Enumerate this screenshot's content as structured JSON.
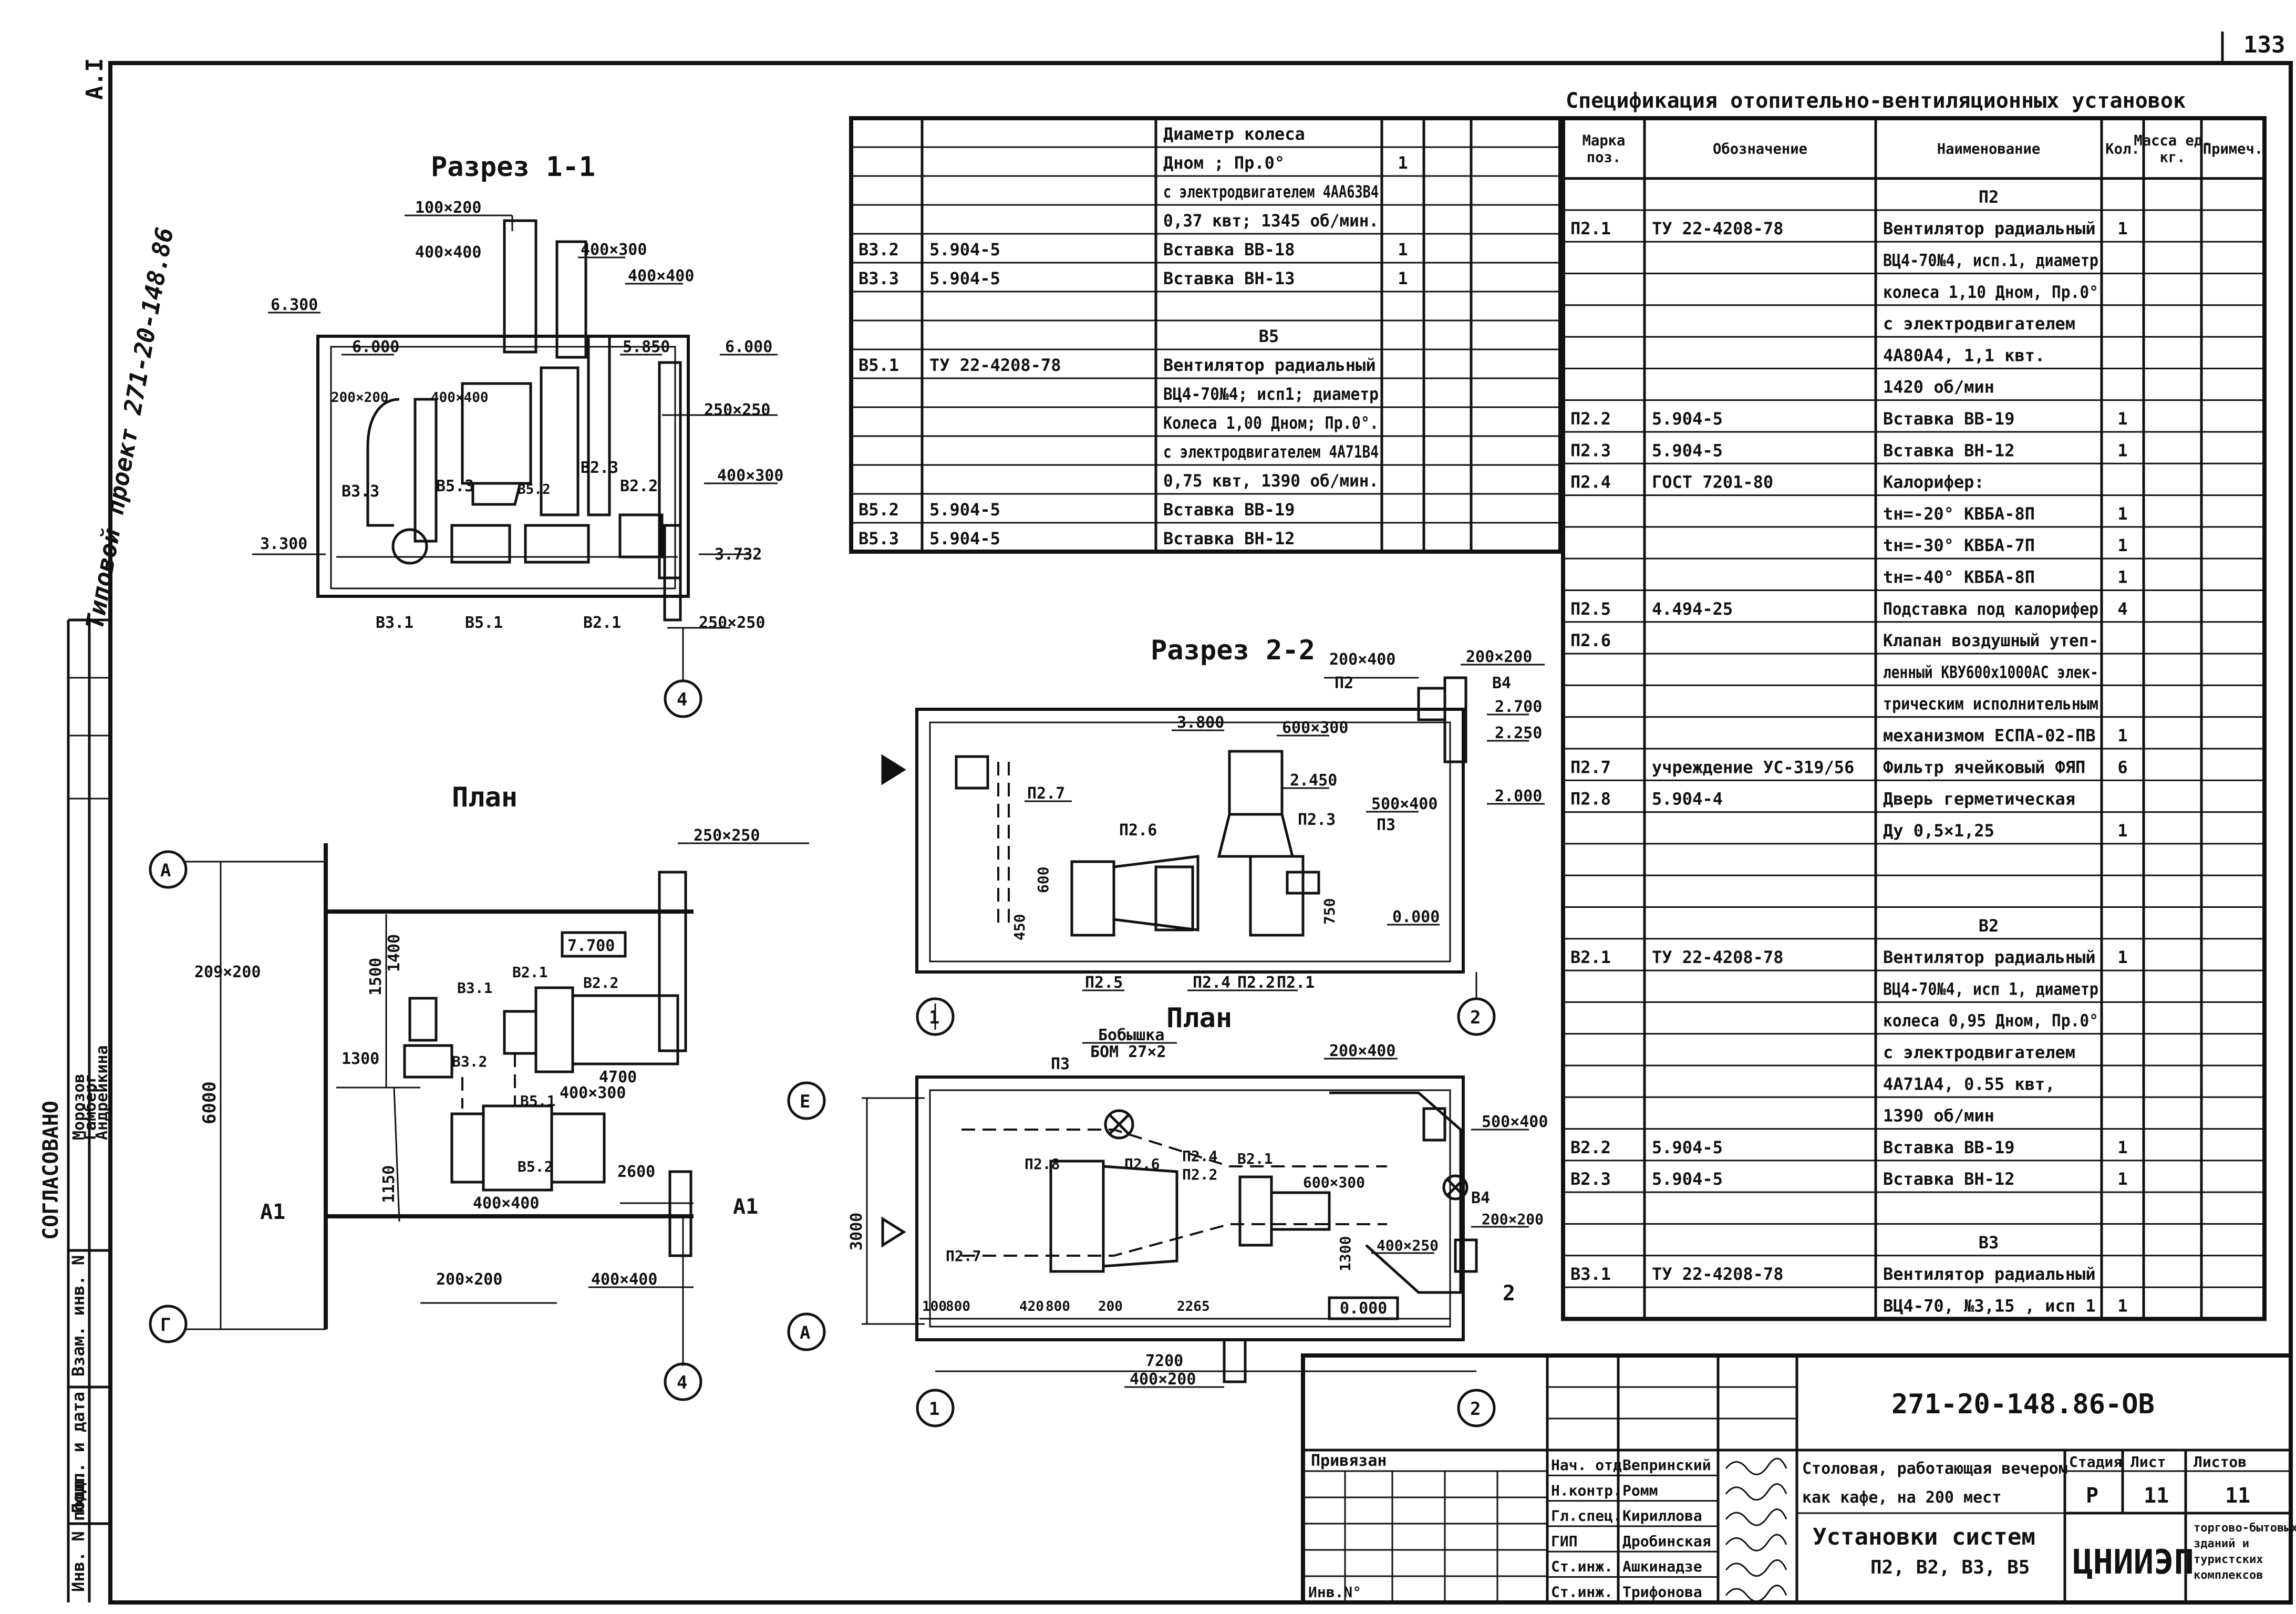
{
  "corner_number": "133",
  "project_stamp": "Типовой проект 271-20-148.86",
  "left_title_code": "А.I",
  "agreed": {
    "title": "СОГЛАСОВАНО",
    "rows": [
      [
        "",
        "Морозов",
        ""
      ],
      [
        "",
        "Гамберг",
        ""
      ],
      [
        "",
        "Андрейкина",
        ""
      ]
    ],
    "inv": [
      "Инв. N подл.",
      "Подп. и дата",
      "Взам. инв. N"
    ]
  },
  "section11": {
    "title": "Разрез 1-1",
    "labels": [
      "100×200",
      "400×400",
      "400×300",
      "400×400",
      "6.300",
      "6.000",
      "5.850",
      "6.000",
      "200×200",
      "400×400",
      "250×250",
      "400×300",
      "В3.3",
      "В5.3",
      "В5.2",
      "В2.3",
      "В2.2",
      "3.300",
      "3.732",
      "В3.1",
      "В5.1",
      "В2.1",
      "250×250",
      "4"
    ]
  },
  "plan1": {
    "title": "План",
    "labels": [
      "250×250",
      "А",
      "Г",
      "1500",
      "1400",
      "7.700",
      "6000",
      "209×200",
      "В3.1",
      "В2.1",
      "В2.2",
      "1300",
      "В3.2",
      "4700",
      "400×300",
      "В5.1",
      "1150",
      "В5.2",
      "2600",
      "400×400",
      "200×200",
      "400×400",
      "А1",
      "А1",
      "4"
    ]
  },
  "section22": {
    "title": "Разрез 2-2",
    "labels": [
      "200×400",
      "П2",
      "200×200",
      "В4",
      "2.700",
      "2.250",
      "3.800",
      "600×300",
      "2.000",
      "2.450",
      "500×400",
      "П3",
      "П2.7",
      "П2.6",
      "П2.3",
      "450",
      "600",
      "750",
      "0.000",
      "П2.5",
      "П2.4",
      "П2.2",
      "П2.1",
      "1",
      "2"
    ]
  },
  "plan2": {
    "title": "План",
    "labels": [
      "Бобышка",
      "БОМ 27×2",
      "П3",
      "200×400",
      "500×400",
      "Е",
      "П2.8",
      "П2.6",
      "П2.4",
      "П2.2",
      "В2.1",
      "600×300",
      "В4",
      "200×200",
      "3000",
      "П2.7",
      "1300",
      "400×250",
      "0.000",
      "100",
      "800",
      "420",
      "800",
      "200",
      "2265",
      "7200",
      "400×200",
      "А",
      "1",
      "2",
      "2"
    ]
  },
  "upper_table": {
    "rows": [
      [
        "",
        "",
        "Диаметр колеса",
        "",
        "",
        ""
      ],
      [
        "",
        "",
        "Дном ; Пр.0°",
        "1",
        "",
        ""
      ],
      [
        "",
        "",
        "с электродвигателем 4АА63В4",
        "",
        "",
        ""
      ],
      [
        "",
        "",
        "0,37 квт; 1345 об/мин.",
        "",
        "",
        ""
      ],
      [
        "В3.2",
        "5.904-5",
        "Вставка ВВ-18",
        "1",
        "",
        ""
      ],
      [
        "В3.3",
        "5.904-5",
        "Вставка ВН-13",
        "1",
        "",
        ""
      ],
      [
        "",
        "",
        "",
        "",
        "",
        ""
      ],
      [
        "",
        "",
        "В5",
        "",
        "",
        ""
      ],
      [
        "В5.1",
        "ТУ 22-4208-78",
        "Вентилятор радиальный",
        "",
        "",
        ""
      ],
      [
        "",
        "",
        "ВЦ4-70№4; исп1; диаметр",
        "",
        "",
        ""
      ],
      [
        "",
        "",
        "Колеса 1,00 Дном; Пр.0°.",
        "",
        "",
        ""
      ],
      [
        "",
        "",
        "с электродвигателем 4А71В4",
        "",
        "",
        ""
      ],
      [
        "",
        "",
        "0,75 квт, 1390 об/мин.",
        "",
        "",
        ""
      ],
      [
        "В5.2",
        "5.904-5",
        "Вставка ВВ-19",
        "",
        "",
        ""
      ],
      [
        "В5.3",
        "5.904-5",
        "Вставка ВН-12",
        "",
        "",
        ""
      ]
    ]
  },
  "spec": {
    "title": "Спецификация отопительно-вентиляционных установок",
    "headers": [
      "Марка поз.",
      "Обозначение",
      "Наименование",
      "Кол.",
      "Масса ед. кг.",
      "Примеч."
    ],
    "rows": [
      [
        "",
        "",
        "П2",
        "",
        "",
        ""
      ],
      [
        "П2.1",
        "ТУ 22-4208-78",
        "Вентилятор радиальный",
        "1",
        "",
        ""
      ],
      [
        "",
        "",
        "ВЦ4-70№4, исп.1, диаметр",
        "",
        "",
        ""
      ],
      [
        "",
        "",
        "колеса 1,10 Дном, Пр.0°",
        "",
        "",
        ""
      ],
      [
        "",
        "",
        "с электродвигателем",
        "",
        "",
        ""
      ],
      [
        "",
        "",
        "4А80А4, 1,1 квт.",
        "",
        "",
        ""
      ],
      [
        "",
        "",
        "1420 об/мин",
        "",
        "",
        ""
      ],
      [
        "П2.2",
        "5.904-5",
        "Вставка ВВ-19",
        "1",
        "",
        ""
      ],
      [
        "П2.3",
        "5.904-5",
        "Вставка ВН-12",
        "1",
        "",
        ""
      ],
      [
        "П2.4",
        "ГОСТ 7201-80",
        "Калорифер:",
        "",
        "",
        ""
      ],
      [
        "",
        "",
        "tн=-20° КВБА-8П",
        "1",
        "",
        ""
      ],
      [
        "",
        "",
        "tн=-30° КВБА-7П",
        "1",
        "",
        ""
      ],
      [
        "",
        "",
        "tн=-40° КВБА-8П",
        "1",
        "",
        ""
      ],
      [
        "П2.5",
        "4.494-25",
        "Подставка под калорифер",
        "4",
        "",
        ""
      ],
      [
        "П2.6",
        "",
        "Клапан воздушный утеп-",
        "",
        "",
        ""
      ],
      [
        "",
        "",
        "ленный КВУ600х1000АС элек-",
        "",
        "",
        ""
      ],
      [
        "",
        "",
        "трическим исполнительным",
        "",
        "",
        ""
      ],
      [
        "",
        "",
        "механизмом ЕСПА-02-ПВ",
        "1",
        "",
        ""
      ],
      [
        "П2.7",
        "учреждение УС-319/56",
        "Фильтр ячейковый ФЯП",
        "6",
        "",
        ""
      ],
      [
        "П2.8",
        "5.904-4",
        "Дверь герметическая",
        "",
        "",
        ""
      ],
      [
        "",
        "",
        "Ду 0,5×1,25",
        "1",
        "",
        ""
      ],
      [
        "",
        "",
        "",
        "",
        "",
        ""
      ],
      [
        "",
        "",
        "",
        "",
        "",
        ""
      ],
      [
        "",
        "",
        "В2",
        "",
        "",
        ""
      ],
      [
        "В2.1",
        "ТУ 22-4208-78",
        "Вентилятор радиальный",
        "1",
        "",
        ""
      ],
      [
        "",
        "",
        "ВЦ4-70№4, исп 1, диаметр",
        "",
        "",
        ""
      ],
      [
        "",
        "",
        "колеса 0,95 Дном, Пр.0°",
        "",
        "",
        ""
      ],
      [
        "",
        "",
        "с электродвигателем",
        "",
        "",
        ""
      ],
      [
        "",
        "",
        "4А71А4, 0.55 квт,",
        "",
        "",
        ""
      ],
      [
        "",
        "",
        "1390 об/мин",
        "",
        "",
        ""
      ],
      [
        "В2.2",
        "5.904-5",
        "Вставка ВВ-19",
        "1",
        "",
        ""
      ],
      [
        "В2.3",
        "5.904-5",
        "Вставка ВН-12",
        "1",
        "",
        ""
      ],
      [
        "",
        "",
        "",
        "",
        "",
        ""
      ],
      [
        "",
        "",
        "В3",
        "",
        "",
        ""
      ],
      [
        "В3.1",
        "ТУ 22-4208-78",
        "Вентилятор радиальный",
        "",
        "",
        ""
      ],
      [
        "",
        "",
        "ВЦ4-70, №3,15 , исп 1",
        "1",
        "",
        ""
      ]
    ]
  },
  "title_block": {
    "code": "271-20-148.86-ОВ",
    "binding": "Привязан",
    "inv_label": "Инв.N°",
    "staff": [
      [
        "Нач. отд.",
        "Вепринский"
      ],
      [
        "Н.контр.",
        "Ромм"
      ],
      [
        "Гл.спец.",
        "Кириллова"
      ],
      [
        "ГИП",
        "Дробинская"
      ],
      [
        "Ст.инж.",
        "Ашкинадзе"
      ],
      [
        "Ст.инж.",
        "Трифонова"
      ]
    ],
    "object": "Столовая, работающая вечером как кафе, на 200 мест",
    "stage_label": "Стадия",
    "sheet_label": "Лист",
    "sheets_label": "Листов",
    "stage": "Р",
    "sheet": "11",
    "sheets": "11",
    "drawing_title": "Установки систем",
    "drawing_subtitle": "П2, В2, В3, В5",
    "org": "ЦНИИЭП",
    "org_sub": "торгово-бытовых зданий и туристских комплексов"
  }
}
